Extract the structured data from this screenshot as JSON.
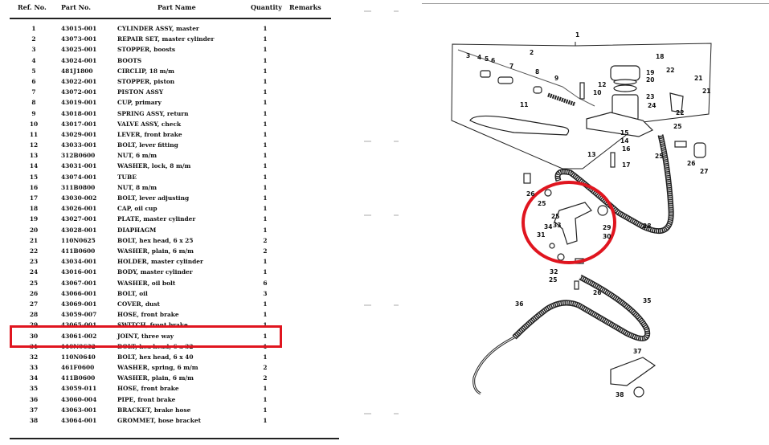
{
  "table": {
    "headers": {
      "ref": "Ref. No.",
      "part": "Part No.",
      "name": "Part Name",
      "qty": "Quantity",
      "remarks": "Remarks"
    },
    "rows": [
      {
        "ref": "1",
        "part": "43015-001",
        "name": "CYLINDER ASSY, master",
        "qty": "1"
      },
      {
        "ref": "2",
        "part": "43073-001",
        "name": "REPAIR SET, master cylinder",
        "qty": "1"
      },
      {
        "ref": "3",
        "part": "43025-001",
        "name": "STOPPER, boosts",
        "qty": "1"
      },
      {
        "ref": "4",
        "part": "43024-001",
        "name": "BOOTS",
        "qty": "1"
      },
      {
        "ref": "5",
        "part": "481J1800",
        "name": "CIRCLIP, 18 m/m",
        "qty": "1"
      },
      {
        "ref": "6",
        "part": "43022-001",
        "name": "STOPPER, piston",
        "qty": "1"
      },
      {
        "ref": "7",
        "part": "43072-001",
        "name": "PISTON ASSY",
        "qty": "1"
      },
      {
        "ref": "8",
        "part": "43019-001",
        "name": "CUP, primary",
        "qty": "1"
      },
      {
        "ref": "9",
        "part": "43018-001",
        "name": "SPRING ASSY, return",
        "qty": "1"
      },
      {
        "ref": "10",
        "part": "43017-001",
        "name": "VALVE ASSY, check",
        "qty": "1"
      },
      {
        "ref": "11",
        "part": "43029-001",
        "name": "LEVER, front brake",
        "qty": "1"
      },
      {
        "ref": "12",
        "part": "43033-001",
        "name": "BOLT, lever fitting",
        "qty": "1"
      },
      {
        "ref": "13",
        "part": "312B0600",
        "name": "NUT, 6 m/m",
        "qty": "1"
      },
      {
        "ref": "14",
        "part": "43031-001",
        "name": "WASHER, lock, 8 m/m",
        "qty": "1"
      },
      {
        "ref": "15",
        "part": "43074-001",
        "name": "TUBE",
        "qty": "1"
      },
      {
        "ref": "16",
        "part": "311B0800",
        "name": "NUT, 8 m/m",
        "qty": "1"
      },
      {
        "ref": "17",
        "part": "43030-002",
        "name": "BOLT, lever adjusting",
        "qty": "1"
      },
      {
        "ref": "18",
        "part": "43026-001",
        "name": "CAP, oil cup",
        "qty": "1"
      },
      {
        "ref": "19",
        "part": "43027-001",
        "name": "PLATE, master cylinder",
        "qty": "1"
      },
      {
        "ref": "20",
        "part": "43028-001",
        "name": "DIAPHAGM",
        "qty": "1"
      },
      {
        "ref": "21",
        "part": "110N0625",
        "name": "BOLT, hex head, 6 x 25",
        "qty": "2"
      },
      {
        "ref": "22",
        "part": "411B0600",
        "name": "WASHER, plain, 6 m/m",
        "qty": "2"
      },
      {
        "ref": "23",
        "part": "43034-001",
        "name": "HOLDER, master cylinder",
        "qty": "1"
      },
      {
        "ref": "24",
        "part": "43016-001",
        "name": "BODY, master cylinder",
        "qty": "1"
      },
      {
        "ref": "25",
        "part": "43067-001",
        "name": "WASHER, oil bolt",
        "qty": "6"
      },
      {
        "ref": "26",
        "part": "43066-001",
        "name": "BOLT, oil",
        "qty": "3"
      },
      {
        "ref": "27",
        "part": "43069-001",
        "name": "COVER, dust",
        "qty": "1"
      },
      {
        "ref": "28",
        "part": "43059-007",
        "name": "HOSE, front brake",
        "qty": "1"
      },
      {
        "ref": "29",
        "part": "43065-001",
        "name": "SWITCH, front brake",
        "qty": "1"
      },
      {
        "ref": "30",
        "part": "43061-002",
        "name": "JOINT, three way",
        "qty": "1"
      },
      {
        "ref": "31",
        "part": "110N0632",
        "name": "BOLT, hex head, 6 x 32",
        "qty": "1"
      },
      {
        "ref": "32",
        "part": "110N0640",
        "name": "BOLT, hex head, 6 x 40",
        "qty": "1"
      },
      {
        "ref": "33",
        "part": "461F0600",
        "name": "WASHER, spring, 6 m/m",
        "qty": "2"
      },
      {
        "ref": "34",
        "part": "411B0600",
        "name": "WASHER, plain, 6 m/m",
        "qty": "2"
      },
      {
        "ref": "35",
        "part": "43059-011",
        "name": "HOSE, front brake",
        "qty": "1"
      },
      {
        "ref": "36",
        "part": "43060-004",
        "name": "PIPE, front brake",
        "qty": "1"
      },
      {
        "ref": "37",
        "part": "43063-001",
        "name": "BRACKET, brake hose",
        "qty": "1"
      },
      {
        "ref": "38",
        "part": "43064-001",
        "name": "GROMMET, hose bracket",
        "qty": "1"
      }
    ],
    "highlighted_ref": "30",
    "highlight_color": "#e0151f"
  },
  "diagram": {
    "callouts": [
      "1",
      "2",
      "3",
      "4",
      "5",
      "6",
      "7",
      "8",
      "9",
      "10",
      "11",
      "12",
      "13",
      "14",
      "15",
      "16",
      "17",
      "18",
      "19",
      "20",
      "21",
      "21",
      "22",
      "22",
      "23",
      "24",
      "25",
      "25",
      "26",
      "27",
      "26",
      "25",
      "25",
      "33",
      "34",
      "31",
      "29",
      "30",
      "28",
      "32",
      "25",
      "26",
      "35",
      "36",
      "37",
      "38"
    ],
    "highlight_color": "#e0151f"
  }
}
